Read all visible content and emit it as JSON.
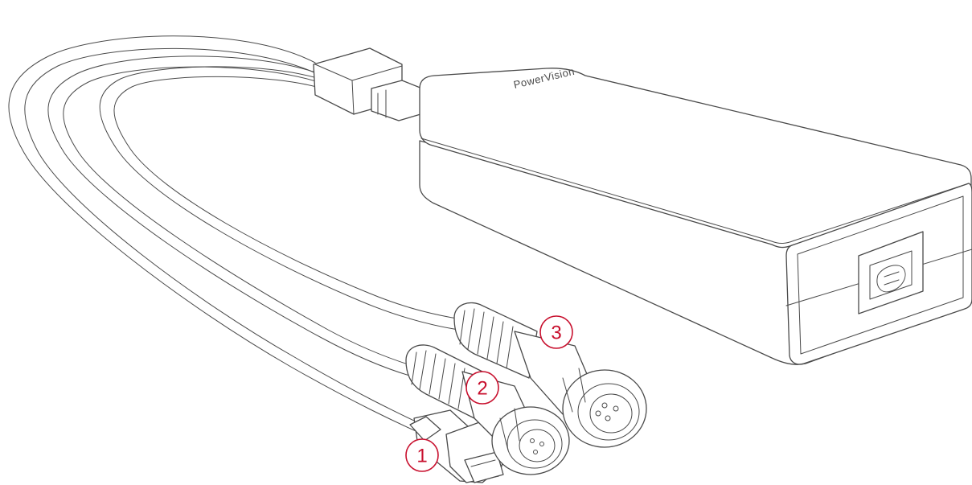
{
  "product": {
    "brand_label": "PowerVision"
  },
  "callouts": [
    {
      "number": "1"
    },
    {
      "number": "2"
    },
    {
      "number": "3"
    }
  ],
  "colors": {
    "outline": "#4a4a4a",
    "callout": "#c8102e",
    "background": "#ffffff"
  },
  "icons": [
    "power-socket-icon"
  ]
}
